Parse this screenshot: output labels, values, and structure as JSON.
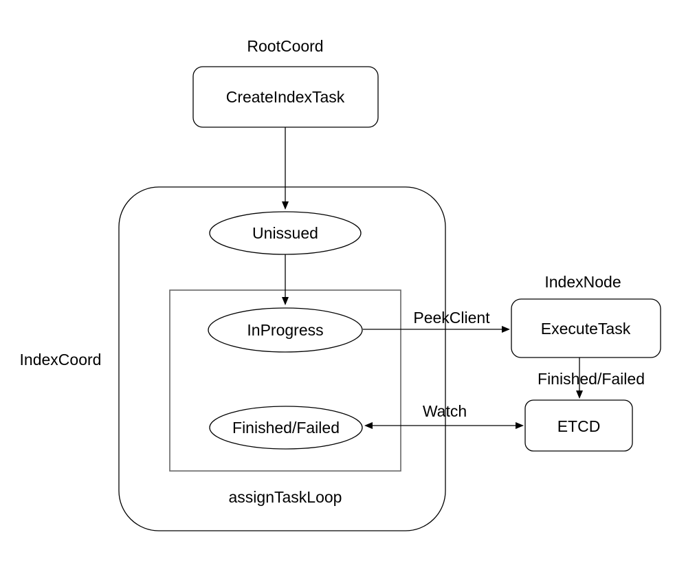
{
  "diagram": {
    "colors": {
      "background": "#ffffff",
      "stroke": "#000000",
      "inner_loop_stroke": "#666666",
      "text": "#000000"
    },
    "groups": {
      "root_coord_label": "RootCoord",
      "index_coord_label": "IndexCoord",
      "index_node_label": "IndexNode",
      "assign_task_loop_label": "assignTaskLoop"
    },
    "nodes": {
      "create_index_task": "CreateIndexTask",
      "unissued": "Unissued",
      "in_progress": "InProgress",
      "finished_failed_state": "Finished/Failed",
      "execute_task": "ExecuteTask",
      "etcd": "ETCD"
    },
    "edge_labels": {
      "peek_client": "PeekClient",
      "finished_failed": "Finished/Failed",
      "watch": "Watch"
    }
  }
}
